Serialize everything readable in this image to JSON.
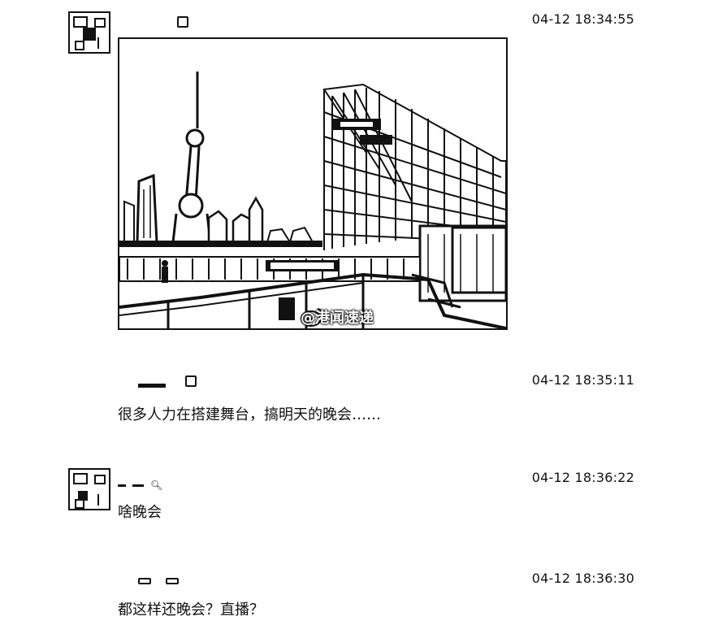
{
  "messages": [
    {
      "timestamp": "04-12 18:34:55",
      "text": ""
    },
    {
      "timestamp": "04-12 18:35:11",
      "text": "很多人力在搭建舞台，搞明天的晚会……"
    },
    {
      "timestamp": "04-12 18:36:22",
      "text": "啥晚会"
    },
    {
      "timestamp": "04-12 18:36:30",
      "text": "都这样还晚会？直播？"
    }
  ],
  "photo": {
    "watermark": "@港闻速递",
    "icon": "weibo-icon"
  },
  "icons": {
    "avatar": "avatar-icon",
    "verified": "verified-badge-icon",
    "search": "search-icon"
  }
}
